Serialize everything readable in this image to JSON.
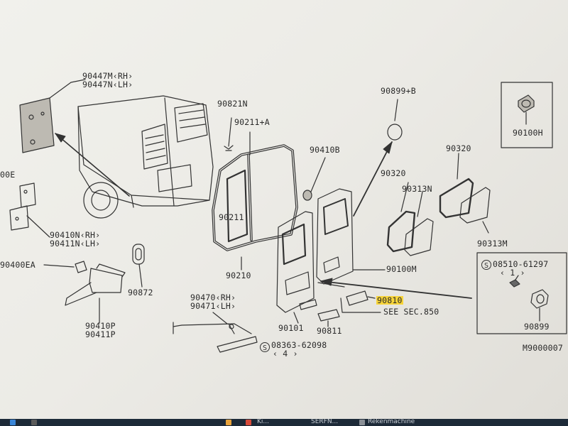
{
  "diagram": {
    "labels": {
      "p90447": "90447M‹RH›\n90447N‹LH›",
      "p90e": "00E",
      "p90410n": "90410N‹RH›\n90411N‹LH›",
      "p90400ea": "90400EA",
      "p90410p": "90410P\n90411P",
      "p90872": "90872",
      "p90821n": "90821N",
      "p90211a": "90211+A",
      "p90211": "90211",
      "p90210": "90210",
      "p90410b": "90410B",
      "p90470": "90470‹RH›\n90471‹LH›",
      "p08363": "08363-62098",
      "p08363q": "‹ 4 ›",
      "p90101": "90101",
      "p90811": "90811",
      "p90810": "90810",
      "see_sec": "SEE SEC.850",
      "p90899b": "90899+B",
      "p90320a": "90320",
      "p90313n": "90313N",
      "p90320b": "90320",
      "p90313m": "90313M",
      "p90100m": "90100M",
      "p90100h": "90100H",
      "p08510": "08510-61297",
      "p08510q": "‹ 1 ›",
      "p90899": "90899",
      "diagram_code": "M9000007"
    },
    "screw_symbol": "S",
    "highlight_color": "#f8d53a"
  },
  "taskbar": {
    "items": [
      "Ki...",
      "SERFN...",
      "Rekenmachine"
    ]
  }
}
